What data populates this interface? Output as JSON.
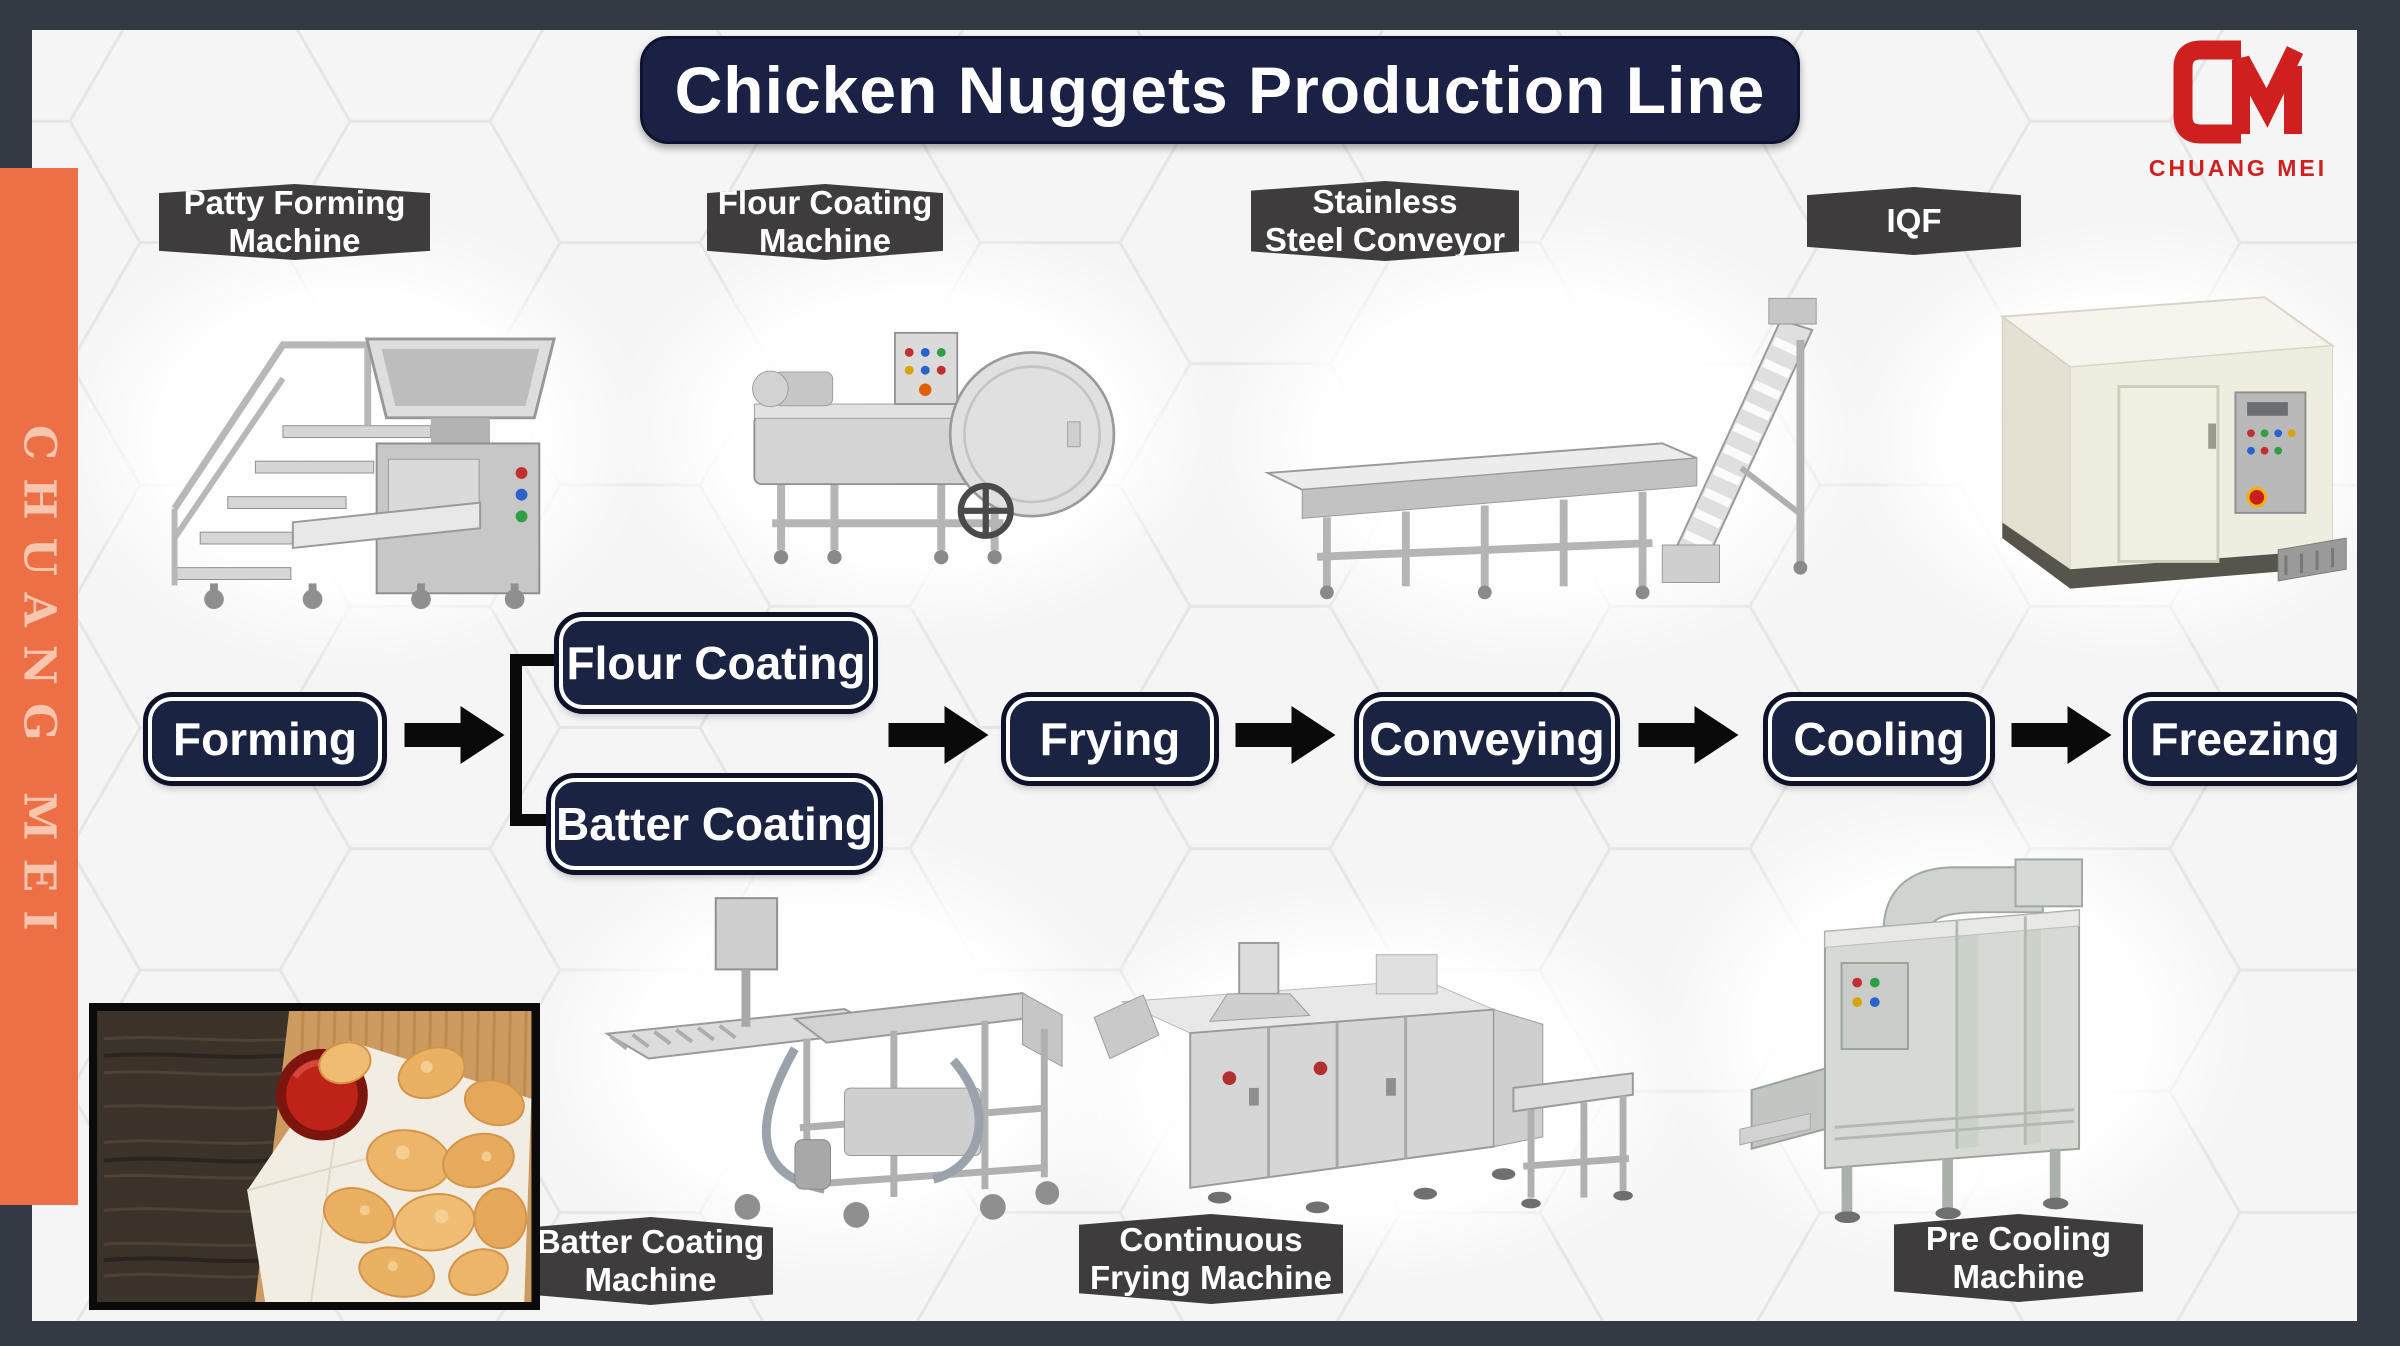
{
  "title": "Chicken Nuggets Production Line",
  "logo": {
    "monogram": "CM",
    "name": "CHUANG MEI"
  },
  "side_banner": {
    "text": "CHUANG MEI"
  },
  "machine_labels": {
    "patty_forming": {
      "line1": "Patty Forming",
      "line2": "Machine"
    },
    "flour_coating": {
      "line1": "Flour Coating",
      "line2": "Machine"
    },
    "stainless_conveyor": {
      "line1": "Stainless",
      "line2": "Steel Conveyor"
    },
    "iqf": {
      "line1": "IQF",
      "line2": ""
    },
    "batter_coating": {
      "line1": "Batter Coating",
      "line2": "Machine"
    },
    "continuous_frying": {
      "line1": "Continuous",
      "line2": "Frying Machine"
    },
    "pre_cooling": {
      "line1": "Pre Cooling",
      "line2": "Machine"
    }
  },
  "flow": {
    "forming": "Forming",
    "flour_coating": "Flour Coating",
    "batter_coating": "Batter Coating",
    "frying": "Frying",
    "conveying": "Conveying",
    "cooling": "Cooling",
    "freezing": "Freezing"
  },
  "colors": {
    "frame": "#333a43",
    "accent_orange": "#ec6f45",
    "navy": "#1b2342",
    "label_gray": "#3e3c3d",
    "brand_red": "#cf1f1f",
    "background": "#f5f5f5"
  }
}
